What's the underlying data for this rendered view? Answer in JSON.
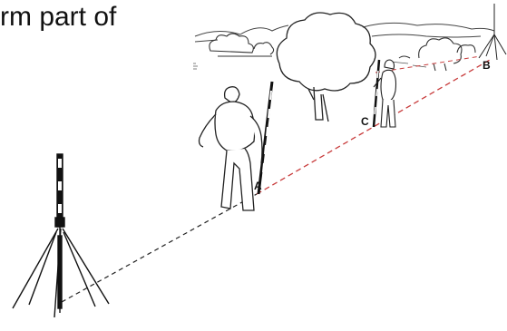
{
  "caption": "rm part of",
  "points": {
    "a": "A",
    "b": "B",
    "c": "C"
  },
  "colors": {
    "line_ink": "#111111",
    "survey_line_red": "#c83c3c",
    "survey_line_black": "#222222"
  }
}
